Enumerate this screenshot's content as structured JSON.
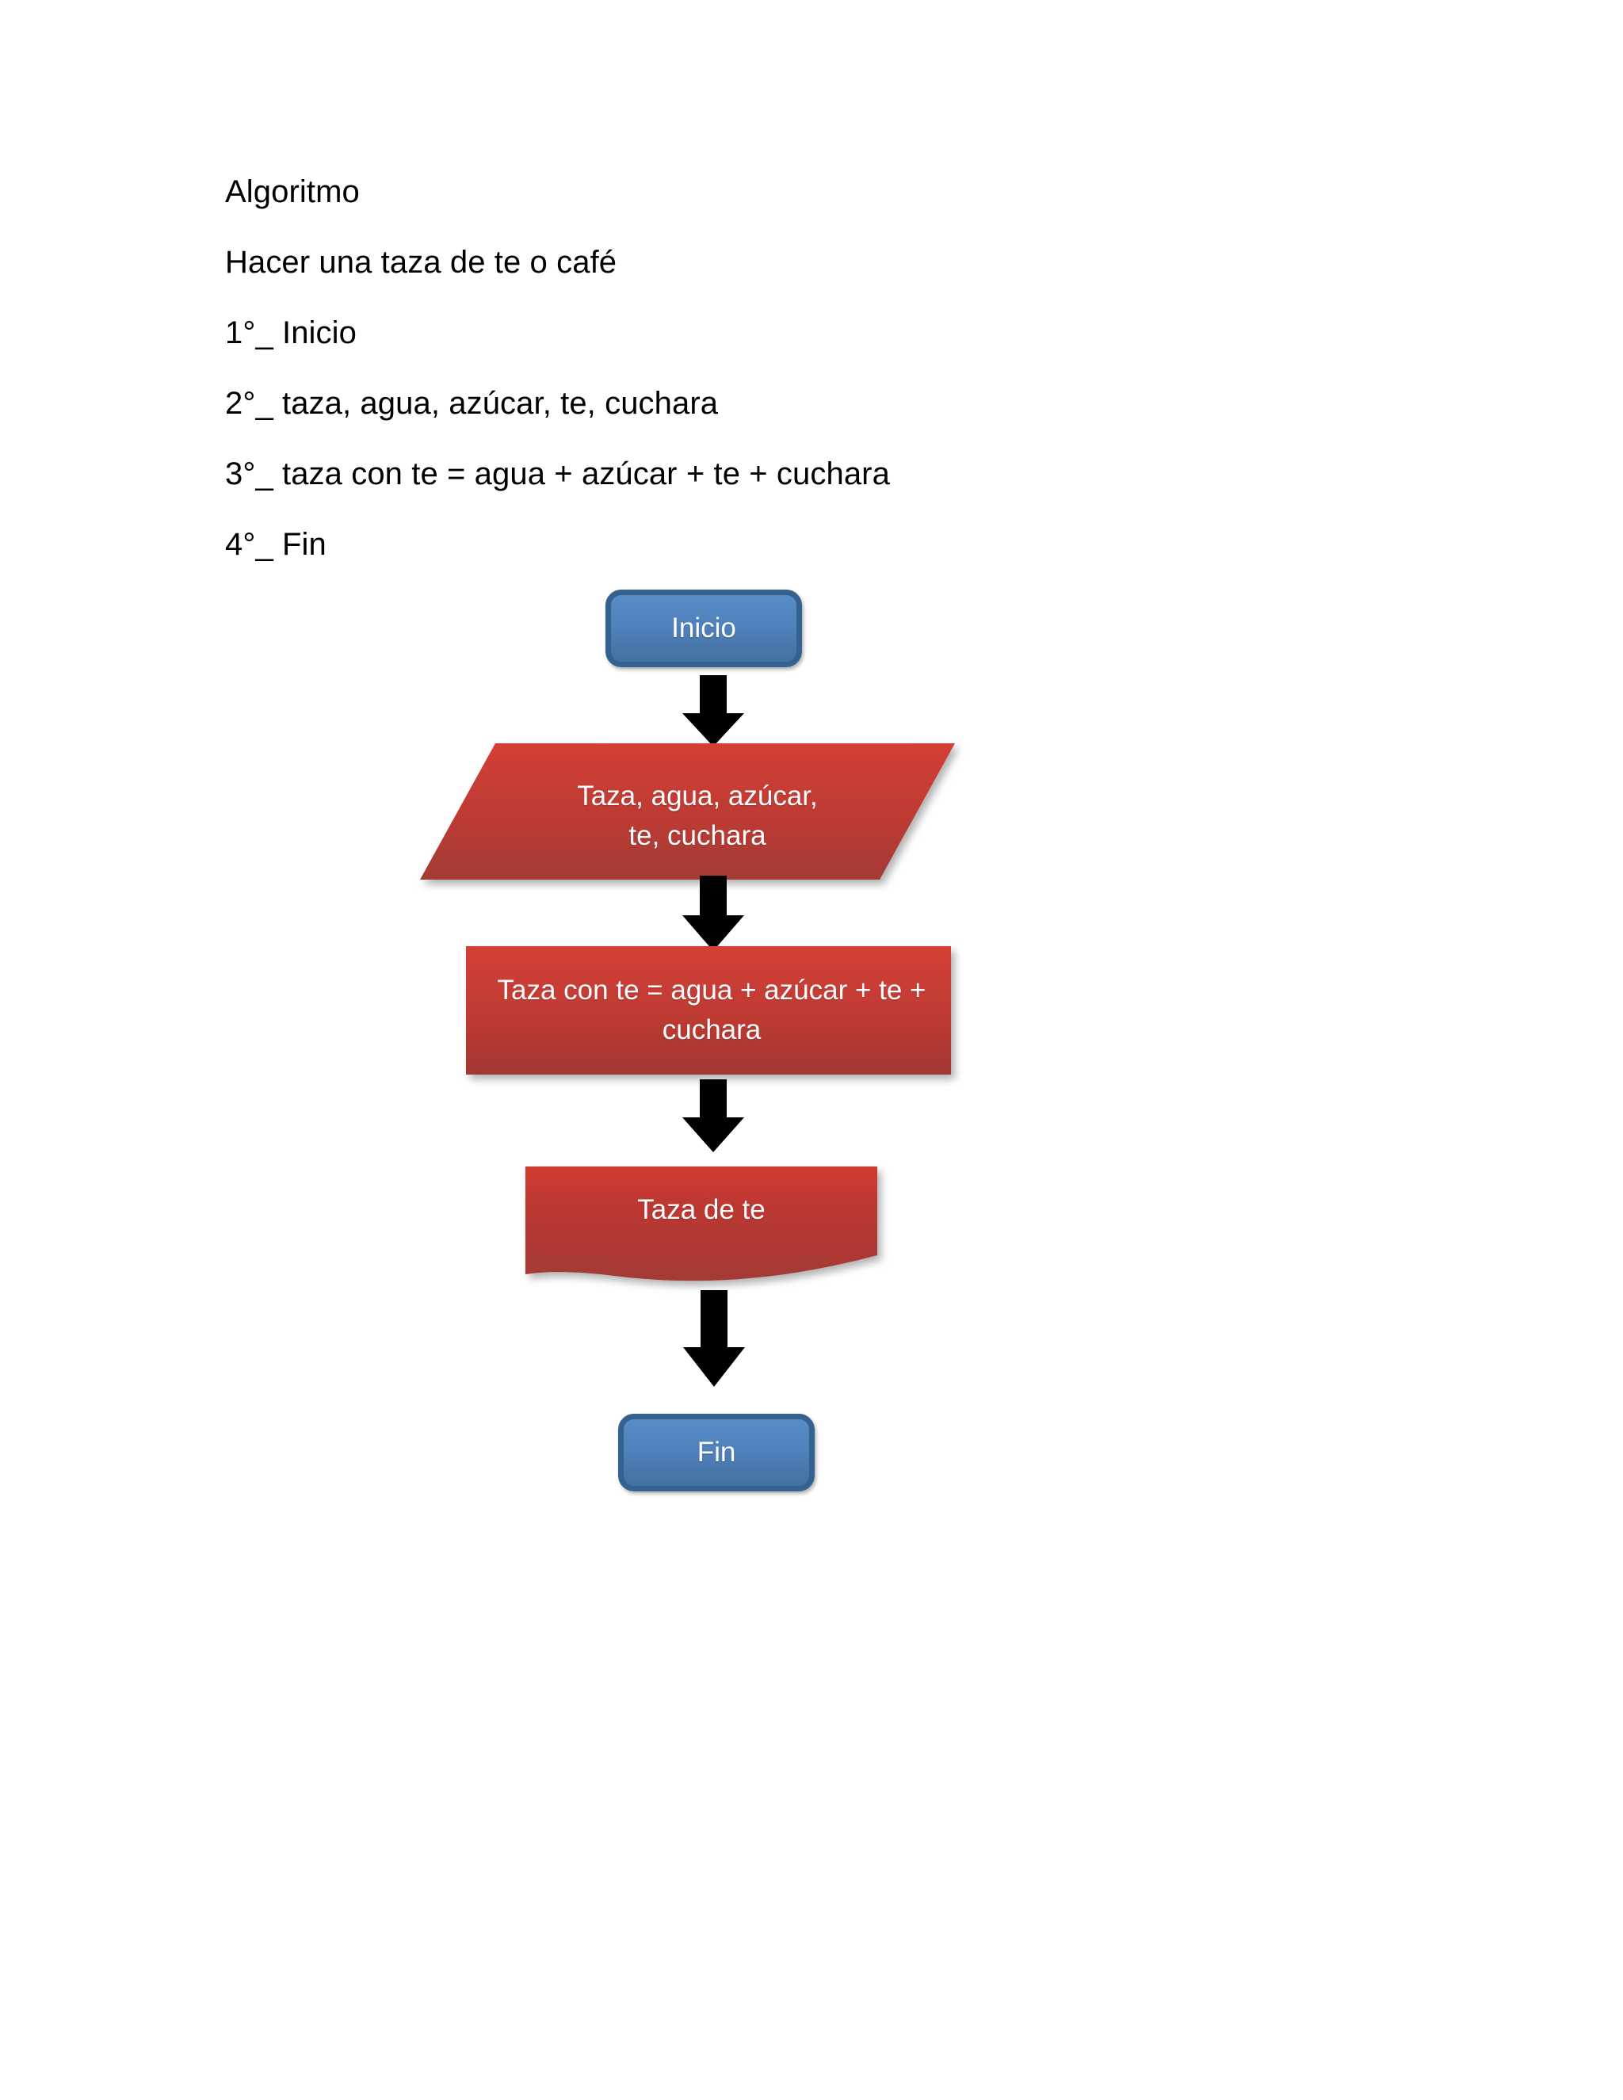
{
  "document": {
    "title": "Algoritmo",
    "lines": [
      "Algoritmo",
      "Hacer una taza de te o café",
      "1°_ Inicio",
      "2°_ taza, agua, azúcar, te, cuchara",
      "3°_ taza con te = agua + azúcar + te + cuchara",
      "4°_ Fin"
    ]
  },
  "colors": {
    "terminator_fill": "#4F81BD",
    "terminator_border": "#34618F",
    "process_fill_top": "#CF3A32",
    "process_fill_bottom": "#A33A35",
    "arrow": "#000000",
    "text": "#000000",
    "node_text": "#FFFFFF",
    "page_background": "#FFFFFF"
  },
  "flowchart": {
    "type": "flowchart",
    "orientation": "top-to-bottom",
    "nodes": [
      {
        "id": "inicio",
        "shape": "terminator",
        "label": "Inicio"
      },
      {
        "id": "entrada",
        "shape": "parallelogram",
        "label_line1": "Taza, agua, azúcar,",
        "label_line2": "te, cuchara"
      },
      {
        "id": "proceso",
        "shape": "rectangle",
        "label_line1": "Taza con te = agua + azúcar + te +",
        "label_line2": "cuchara"
      },
      {
        "id": "salida",
        "shape": "document",
        "label": "Taza de te"
      },
      {
        "id": "fin",
        "shape": "terminator",
        "label": "Fin"
      }
    ],
    "edges": [
      {
        "from": "inicio",
        "to": "entrada",
        "type": "block-arrow-down"
      },
      {
        "from": "entrada",
        "to": "proceso",
        "type": "block-arrow-down"
      },
      {
        "from": "proceso",
        "to": "salida",
        "type": "block-arrow-down"
      },
      {
        "from": "salida",
        "to": "fin",
        "type": "block-arrow-down"
      }
    ]
  }
}
